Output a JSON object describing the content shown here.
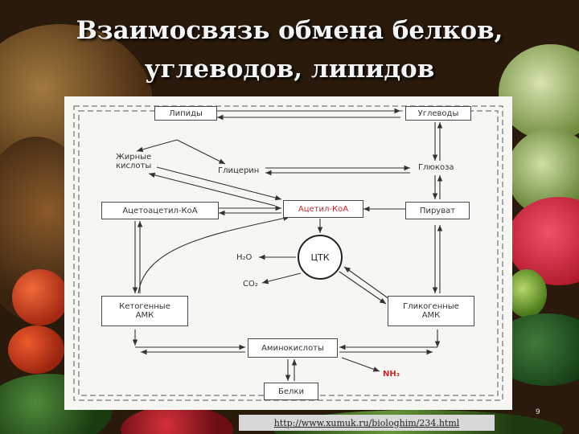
{
  "slide": {
    "title_line1": "Взаимосвязь обмена белков,",
    "title_line2": "углеводов, липидов",
    "page_number": "9",
    "source_link": "http://www.xumuk.ru/biologhim/234.html"
  },
  "diagram": {
    "nodes": {
      "lipids": "Липиды",
      "carbs": "Углеводы",
      "fatty_acids_1": "Жирные",
      "fatty_acids_2": "кислоты",
      "glycerol": "Глицерин",
      "glucose": "Глюкоза",
      "acetoacetyl": "Ацетоацетил-КоА",
      "acetyl": "Ацетил-КоА",
      "pyruvate": "Пируват",
      "tca": "ЦТК",
      "water": "H₂O",
      "co2": "CO₂",
      "ketogenic_1": "Кетогенные",
      "ketogenic_2": "АМК",
      "glucogenic_1": "Гликогенные",
      "glucogenic_2": "АМК",
      "amino_acids": "Аминокислоты",
      "nh3": "NH₃",
      "proteins": "Белки"
    },
    "colors": {
      "highlight": "#c8282a",
      "line": "#333333",
      "dashed": "#555555"
    }
  }
}
